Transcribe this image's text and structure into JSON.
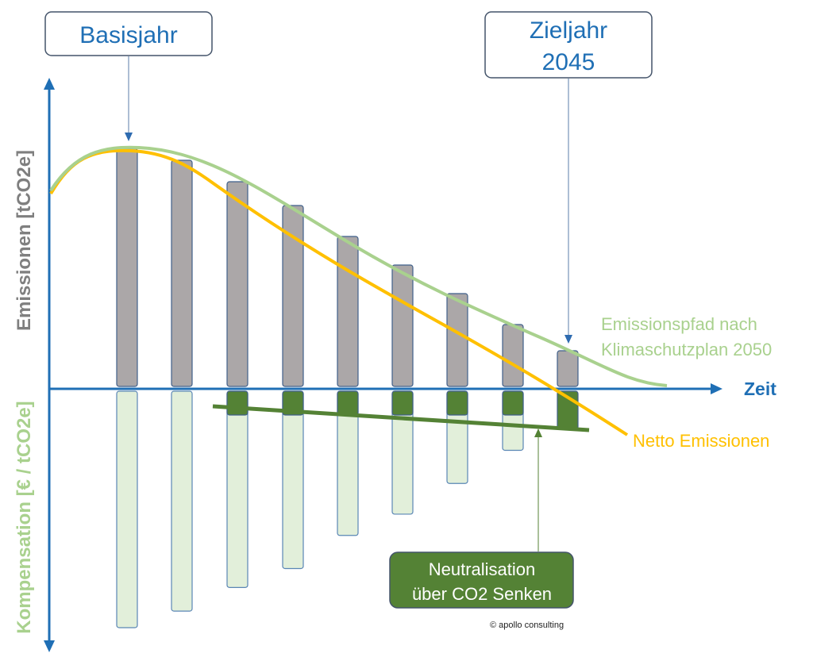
{
  "labels": {
    "basisjahr": "Basisjahr",
    "zieljahr_line1": "Zieljahr",
    "zieljahr_line2": "2045",
    "y_axis_upper": "Emissionen [tCO2e]",
    "y_axis_lower": "Kompensation [€ / tCO2e]",
    "x_axis": "Zeit",
    "emissionspfad_line1": "Emissionspfad nach",
    "emissionspfad_line2": "Klimaschutzplan 2050",
    "netto": "Netto Emissionen",
    "neutralisation_line1": "Neutralisation",
    "neutralisation_line2": "über CO2 Senken",
    "copyright": "© apollo consulting"
  },
  "colors": {
    "axis": "#1f6fb5",
    "emission_bar": "#aba7a8",
    "compensation_bar": "#e2efda",
    "compensation_border": "#a9cf8f",
    "neutralisation_bar": "#548235",
    "path_green": "#a9d18e",
    "netto_yellow": "#ffc000",
    "box_border": "#44546a",
    "box_text": "#1f6fb5",
    "grey_label": "#7f7f7f",
    "green_label": "#a9d18e"
  },
  "diagram": {
    "emission_levels": [
      100,
      95,
      86,
      76,
      63,
      51,
      39,
      26,
      15
    ],
    "compensation_levels": [
      100,
      93,
      83,
      75,
      61,
      52,
      39,
      25,
      0
    ],
    "neutralisation_levels": [
      0,
      0,
      10,
      10,
      10,
      10,
      10,
      10,
      10
    ]
  }
}
